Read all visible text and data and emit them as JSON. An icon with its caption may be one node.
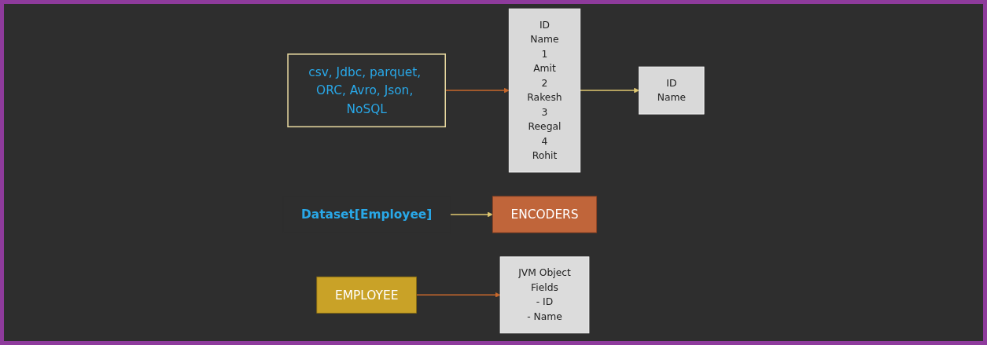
{
  "diagram": {
    "nodes": [
      {
        "text": [
          "csv, Jdbc, parquet, ORC, Avro, Json, NoSQL"
        ]
      },
      {
        "text": [
          "ID",
          "Name",
          "1",
          "Amit",
          "2",
          "Rakesh",
          "3",
          "Reegal",
          "4",
          "Rohit"
        ]
      },
      {
        "text": [
          "Dataset[Employee]"
        ]
      },
      {
        "text": [
          "ID",
          "Name"
        ]
      },
      {
        "text": [
          "ENCODERS"
        ]
      },
      {
        "text": [
          "EMPLOYEE"
        ]
      },
      {
        "text": [
          "JVM Object",
          "Fields",
          "- ID",
          "- Name"
        ]
      }
    ],
    "edges": [
      {
        "from": 0,
        "to": 1,
        "arrow": "to",
        "color": "#c8682c"
      },
      {
        "from": 1,
        "to": 3,
        "arrow": "to",
        "color": "#e0c870"
      },
      {
        "from": 2,
        "to": 4,
        "arrow": "to",
        "color": "#e0c870"
      },
      {
        "from": 5,
        "to": 6,
        "arrow": "to",
        "color": "#c8682c"
      }
    ]
  }
}
